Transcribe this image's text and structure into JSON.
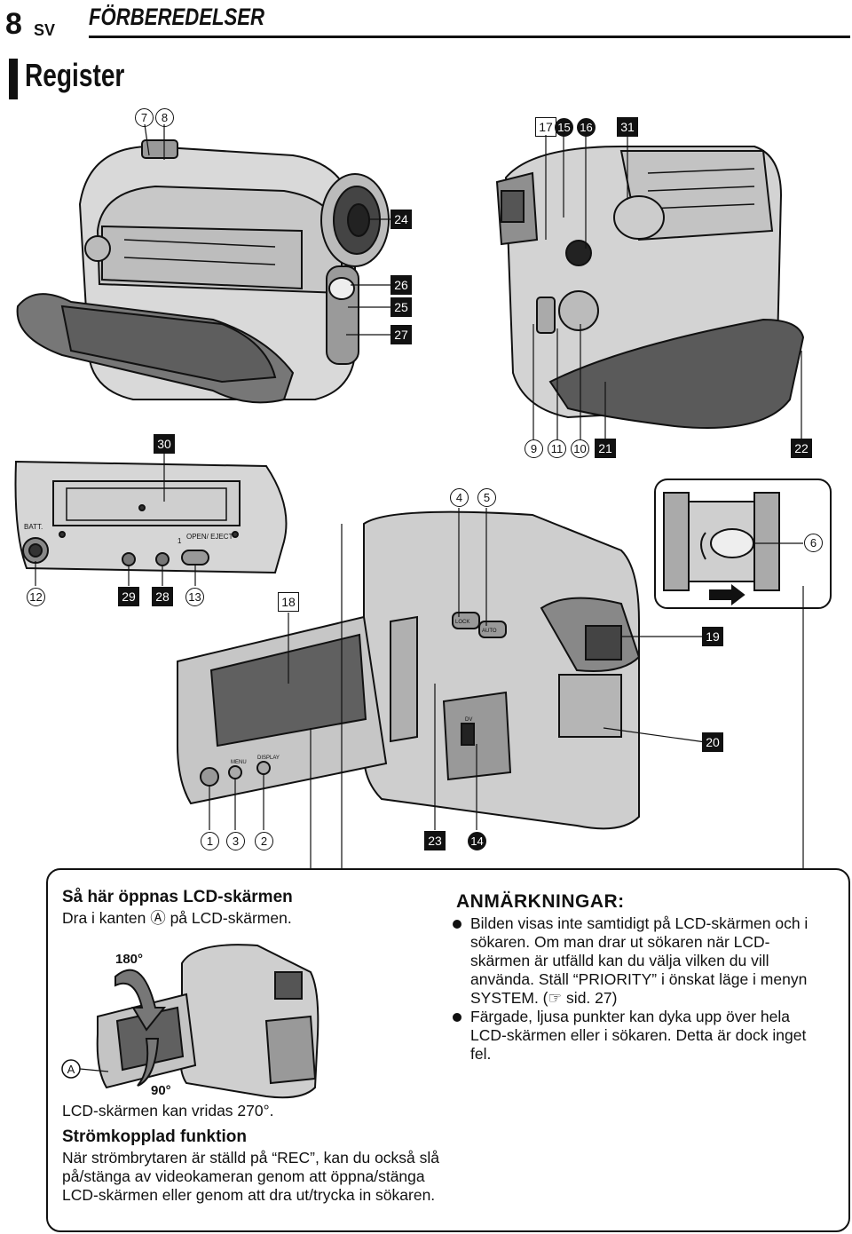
{
  "header": {
    "page_number": "8",
    "language": "SV",
    "section": "FÖRBEREDELSER",
    "title": "Register"
  },
  "callouts": {
    "top_left": [
      "7",
      "8",
      "24",
      "26",
      "25",
      "27"
    ],
    "top_right": [
      "17",
      "15",
      "16",
      "31",
      "9",
      "11",
      "10",
      "21",
      "22"
    ],
    "middle_left": [
      "30",
      "12",
      "29",
      "28",
      "13"
    ],
    "middle_right": [
      "4",
      "5",
      "6",
      "18",
      "19",
      "20",
      "1",
      "3",
      "2",
      "23",
      "14"
    ]
  },
  "device_labels": {
    "batt": "BATT.",
    "open_eject": "OPEN/ EJECT",
    "one": "1",
    "dv": "DV",
    "menu": "MENU",
    "display": "DISPLAY",
    "lock": "LOCK",
    "auto": "AUTO"
  },
  "lcd_open": {
    "title": "Så här öppnas LCD-skärmen",
    "instruction": "Dra i kanten Ⓐ på LCD-skärmen.",
    "angle_180": "180°",
    "angle_90": "90°",
    "marker": "A",
    "rotate": "LCD-skärmen kan vridas 270°."
  },
  "power_link": {
    "title": "Strömkopplad funktion",
    "body": "När strömbrytaren är ställd på “REC”, kan du också slå på/stänga av videokameran genom att öppna/stänga LCD-skärmen eller genom att dra ut/trycka in sökaren."
  },
  "notes": {
    "title": "ANMÄRKNINGAR:",
    "items": [
      "Bilden visas inte samtidigt på LCD-skärmen och i sökaren. Om man drar ut sökaren när LCD-skärmen är utfälld kan du välja vilken du vill använda. Ställ “PRIORITY” i önskat läge i menyn SYSTEM. (☞ sid. 27)",
      "Färgade, ljusa punkter kan dyka upp över hela LCD-skärmen eller i sökaren. Detta är dock inget fel."
    ]
  }
}
